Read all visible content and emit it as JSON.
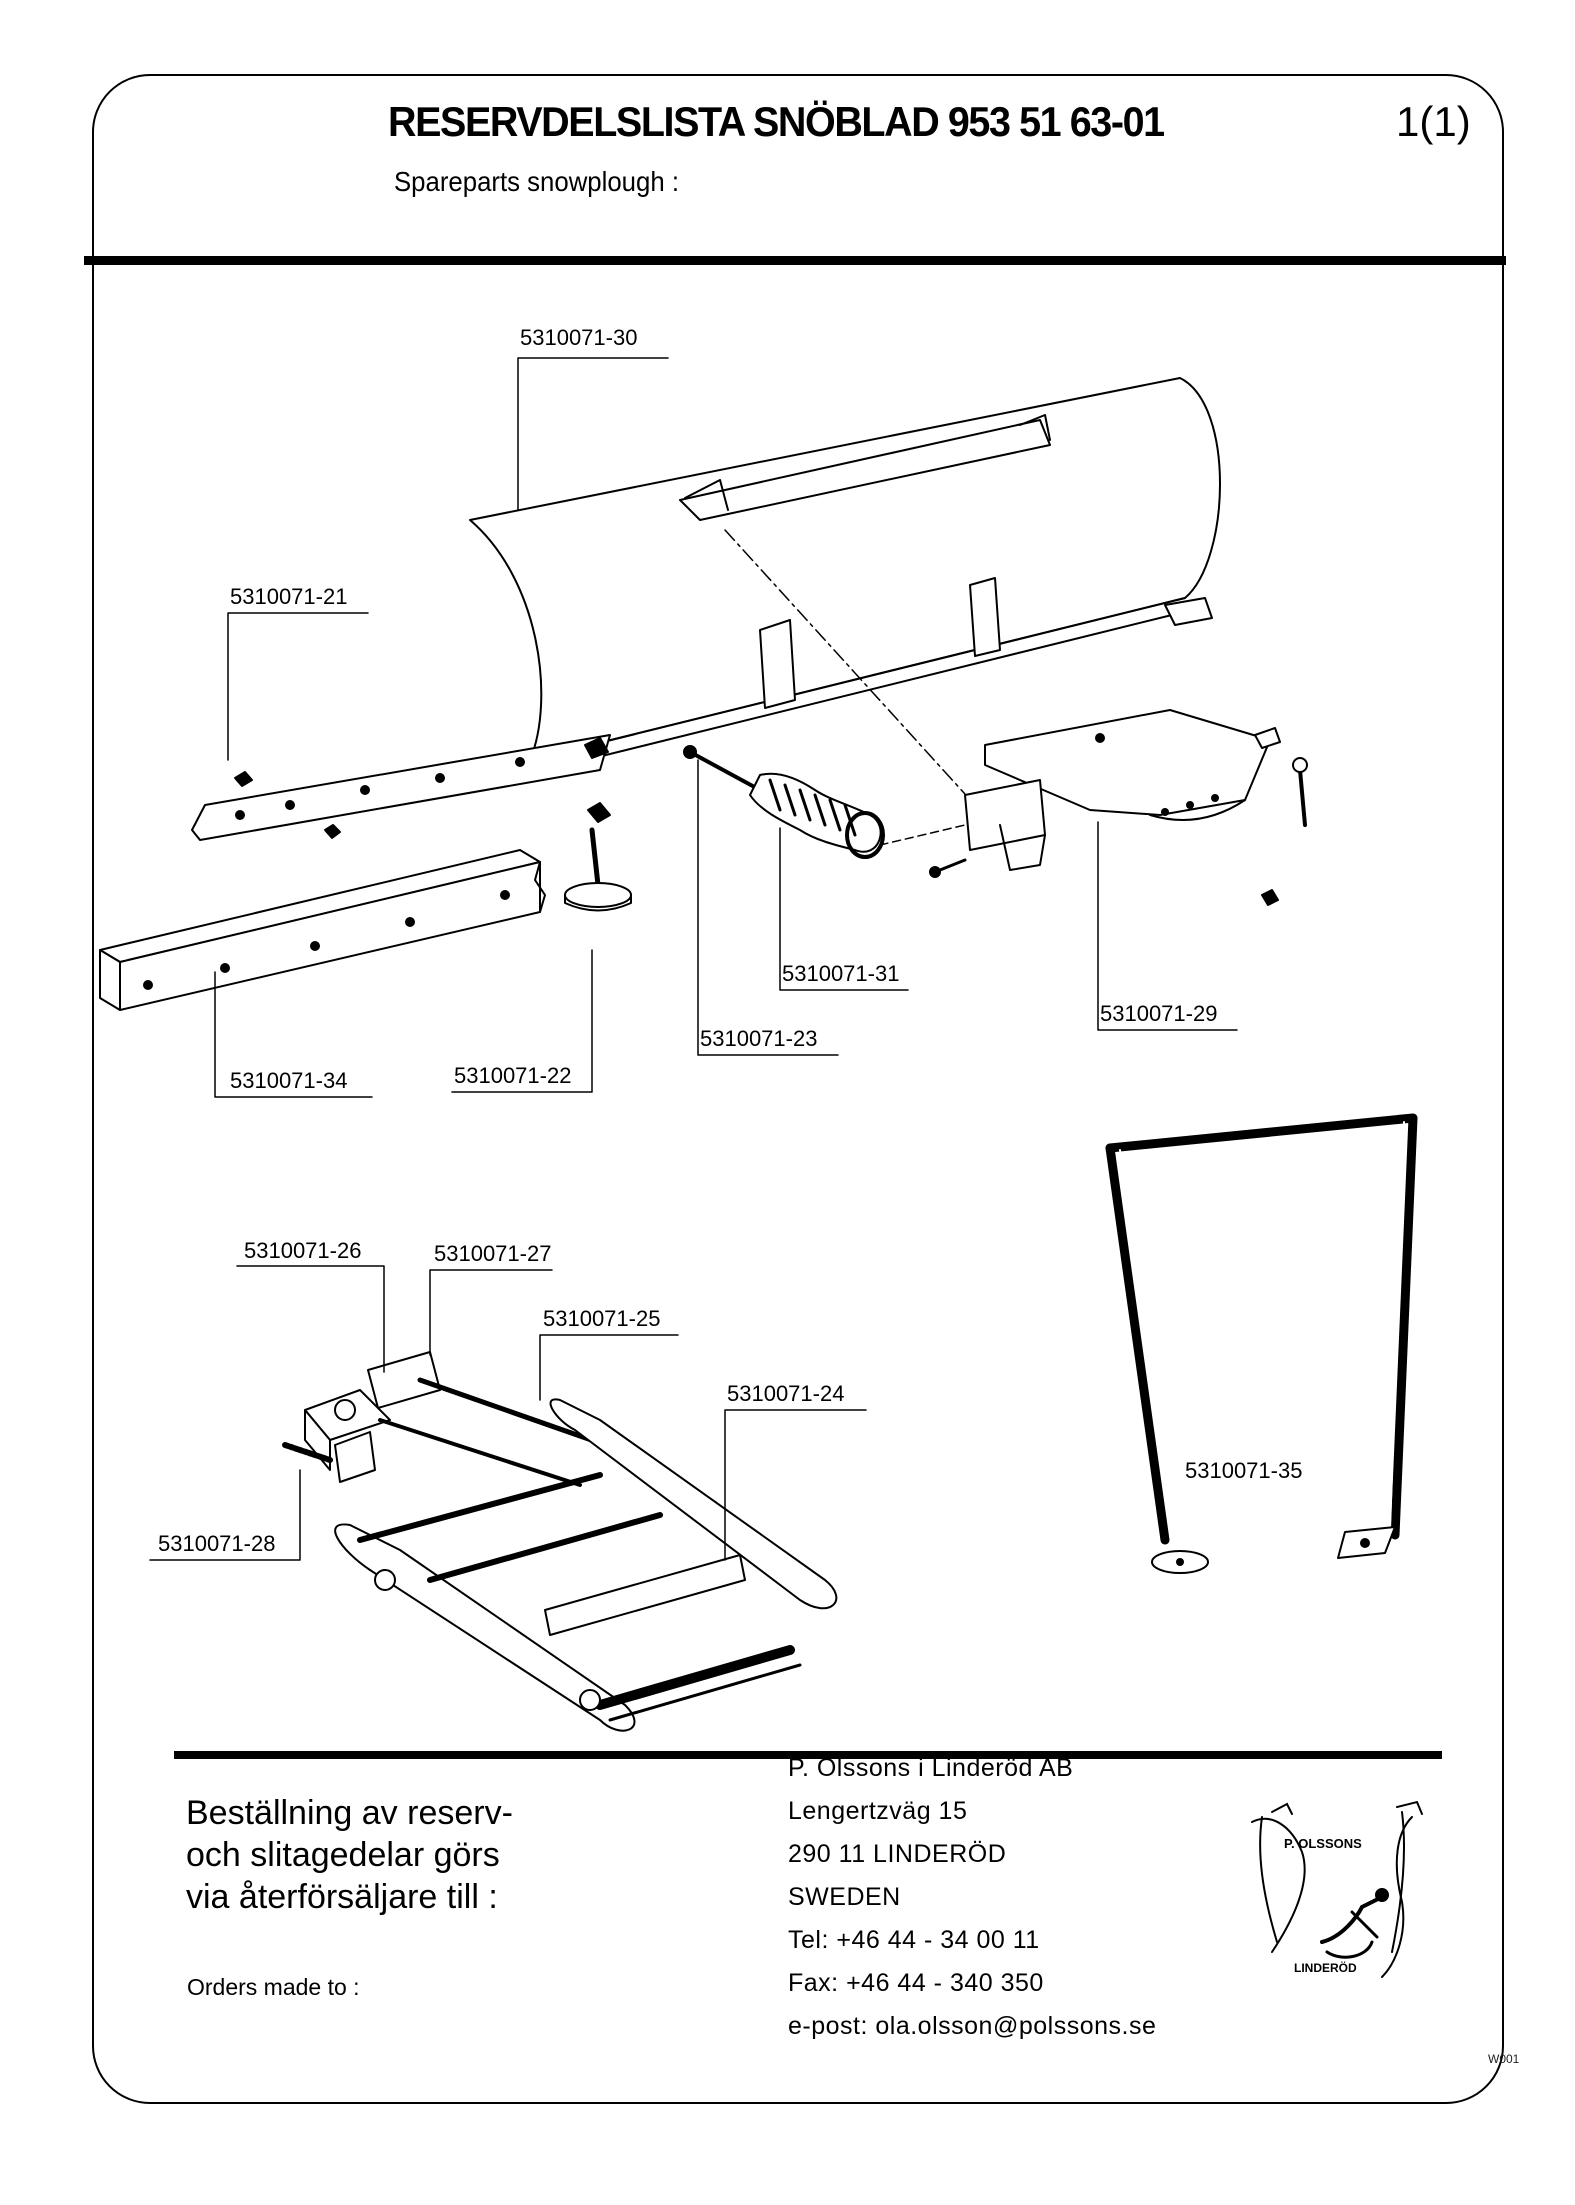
{
  "header": {
    "title": "RESERVDELSLISTA SNÖBLAD 953 51 63-01",
    "page_number": "1(1)",
    "subtitle": "Spareparts snowplough :"
  },
  "parts": {
    "p30": "5310071-30",
    "p21": "5310071-21",
    "p31": "5310071-31",
    "p29": "5310071-29",
    "p23": "5310071-23",
    "p34": "5310071-34",
    "p22": "5310071-22",
    "p26": "5310071-26",
    "p27": "5310071-27",
    "p25": "5310071-25",
    "p24": "5310071-24",
    "p28": "5310071-28",
    "p35": "5310071-35"
  },
  "footer": {
    "order_line_1": "Beställning av reserv-",
    "order_line_2": "och slitagedelar görs",
    "order_line_3": "via återförsäljare till :",
    "orders_made": "Orders made to :",
    "company": "P. Olssons i Linderöd AB",
    "street": "Lengertzväg 15",
    "postal": "290 11 LINDERÖD",
    "country": "SWEDEN",
    "tel": "Tel: +46 44 - 34 00 11",
    "fax": "Fax: +46 44 - 340 350",
    "email": "e-post: ola.olsson@polssons.se",
    "logo_top": "P. OLSSONS",
    "logo_bottom": "LINDERÖD",
    "doc_code": "W001"
  }
}
